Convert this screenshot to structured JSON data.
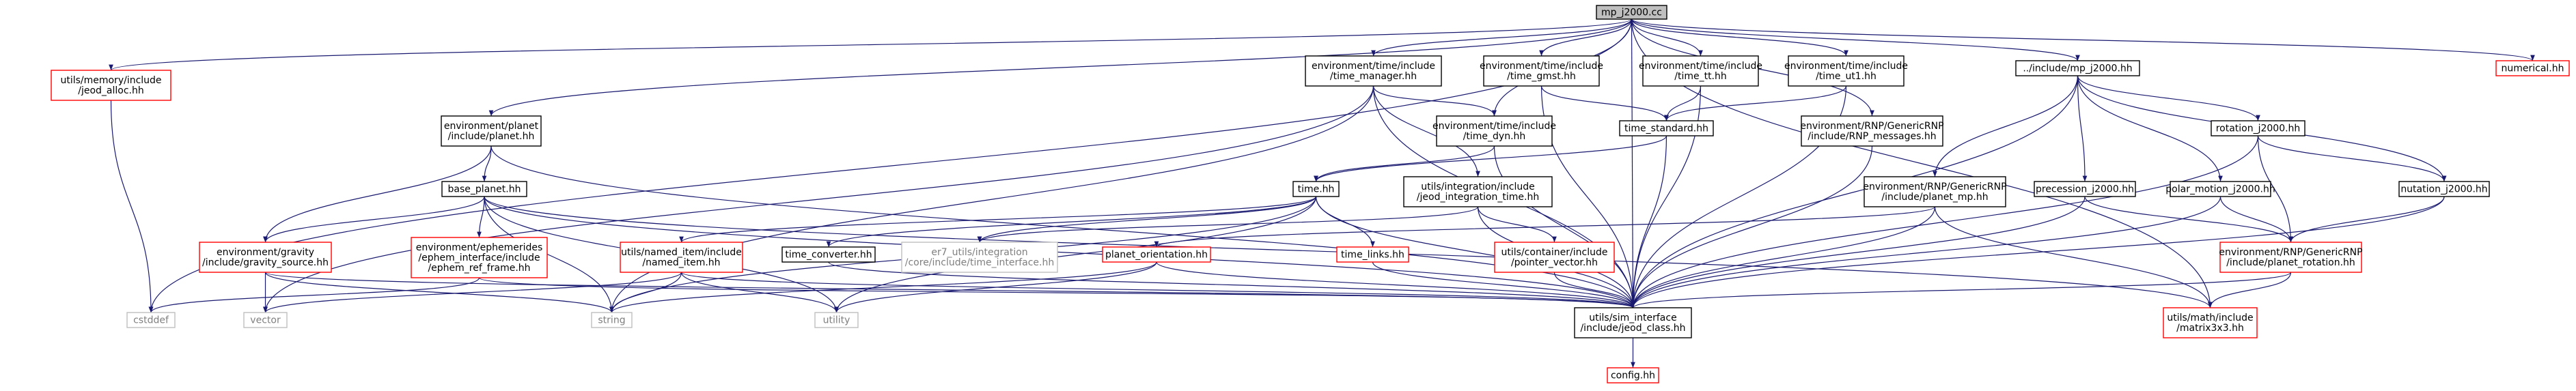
{
  "title": "mp_j2000.cc",
  "colors": {
    "edge": "#191970",
    "root_fill": "#bfbfbf",
    "node_border": "#000000",
    "node_border_incomplete": "#ff0000",
    "node_border_system": "#bfbfbf",
    "text": "#000000",
    "text_system": "#7f7f7f"
  },
  "nodes": [
    {
      "id": "root",
      "lines": [
        "mp_j2000.cc"
      ],
      "style": "root"
    },
    {
      "id": "jeod_alloc",
      "lines": [
        "utils/memory/include",
        "/jeod_alloc.hh"
      ],
      "style": "red"
    },
    {
      "id": "planet_hh",
      "lines": [
        "environment/planet",
        "/include/planet.hh"
      ],
      "style": "black"
    },
    {
      "id": "time_manager",
      "lines": [
        "environment/time/include",
        "/time_manager.hh"
      ],
      "style": "black"
    },
    {
      "id": "time_gmst",
      "lines": [
        "environment/time/include",
        "/time_gmst.hh"
      ],
      "style": "black"
    },
    {
      "id": "time_tt",
      "lines": [
        "environment/time/include",
        "/time_tt.hh"
      ],
      "style": "black"
    },
    {
      "id": "time_ut1",
      "lines": [
        "environment/time/include",
        "/time_ut1.hh"
      ],
      "style": "black"
    },
    {
      "id": "rnp_messages",
      "lines": [
        "environment/RNP/GenericRNP",
        "/include/RNP_messages.hh"
      ],
      "style": "black"
    },
    {
      "id": "mp_j2000_hh",
      "lines": [
        "../include/mp_j2000.hh"
      ],
      "style": "black"
    },
    {
      "id": "numerical",
      "lines": [
        "numerical.hh"
      ],
      "style": "red"
    },
    {
      "id": "time_dyn",
      "lines": [
        "environment/time/include",
        "/time_dyn.hh"
      ],
      "style": "black"
    },
    {
      "id": "time_standard",
      "lines": [
        "time_standard.hh"
      ],
      "style": "black"
    },
    {
      "id": "rotation_j2000",
      "lines": [
        "rotation_j2000.hh"
      ],
      "style": "black"
    },
    {
      "id": "base_planet",
      "lines": [
        "base_planet.hh"
      ],
      "style": "black"
    },
    {
      "id": "time_hh",
      "lines": [
        "time.hh"
      ],
      "style": "black"
    },
    {
      "id": "jeod_integration_time",
      "lines": [
        "utils/integration/include",
        "/jeod_integration_time.hh"
      ],
      "style": "black"
    },
    {
      "id": "planet_mp",
      "lines": [
        "environment/RNP/GenericRNP",
        "/include/planet_mp.hh"
      ],
      "style": "black"
    },
    {
      "id": "precession_j2000",
      "lines": [
        "precession_j2000.hh"
      ],
      "style": "black"
    },
    {
      "id": "polar_motion_j2000",
      "lines": [
        "polar_motion_j2000.hh"
      ],
      "style": "black"
    },
    {
      "id": "nutation_j2000",
      "lines": [
        "nutation_j2000.hh"
      ],
      "style": "black"
    },
    {
      "id": "gravity_source",
      "lines": [
        "environment/gravity",
        "/include/gravity_source.hh"
      ],
      "style": "red"
    },
    {
      "id": "ephem_ref_frame",
      "lines": [
        "environment/ephemerides",
        "/ephem_interface/include",
        "/ephem_ref_frame.hh"
      ],
      "style": "red"
    },
    {
      "id": "named_item",
      "lines": [
        "utils/named_item/include",
        "/named_item.hh"
      ],
      "style": "red"
    },
    {
      "id": "time_converter",
      "lines": [
        "time_converter.hh"
      ],
      "style": "black"
    },
    {
      "id": "time_interface",
      "lines": [
        "er7_utils/integration",
        "/core/include/time_interface.hh"
      ],
      "style": "system"
    },
    {
      "id": "time_links",
      "lines": [
        "time_links.hh"
      ],
      "style": "red"
    },
    {
      "id": "pointer_vector",
      "lines": [
        "utils/container/include",
        "/pointer_vector.hh"
      ],
      "style": "red"
    },
    {
      "id": "planet_orientation",
      "lines": [
        "planet_orientation.hh"
      ],
      "style": "red"
    },
    {
      "id": "planet_rotation",
      "lines": [
        "environment/RNP/GenericRNP",
        "/include/planet_rotation.hh"
      ],
      "style": "red"
    },
    {
      "id": "cstddef",
      "lines": [
        "cstddef"
      ],
      "style": "system"
    },
    {
      "id": "vector",
      "lines": [
        "vector"
      ],
      "style": "system"
    },
    {
      "id": "string",
      "lines": [
        "string"
      ],
      "style": "system"
    },
    {
      "id": "utility",
      "lines": [
        "utility"
      ],
      "style": "system"
    },
    {
      "id": "jeod_class",
      "lines": [
        "utils/sim_interface",
        "/include/jeod_class.hh"
      ],
      "style": "black"
    },
    {
      "id": "matrix3x3",
      "lines": [
        "utils/math/include",
        "/matrix3x3.hh"
      ],
      "style": "red"
    },
    {
      "id": "config",
      "lines": [
        "config.hh"
      ],
      "style": "red"
    }
  ],
  "edges": [
    [
      "root",
      "jeod_alloc"
    ],
    [
      "root",
      "planet_hh"
    ],
    [
      "root",
      "time_manager"
    ],
    [
      "root",
      "time_gmst"
    ],
    [
      "root",
      "time_tt"
    ],
    [
      "root",
      "time_ut1"
    ],
    [
      "root",
      "rnp_messages"
    ],
    [
      "root",
      "mp_j2000_hh"
    ],
    [
      "root",
      "numerical"
    ],
    [
      "root",
      "time_dyn"
    ],
    [
      "root",
      "cstddef"
    ],
    [
      "root",
      "jeod_class"
    ],
    [
      "root",
      "matrix3x3"
    ],
    [
      "jeod_alloc",
      "cstddef"
    ],
    [
      "planet_hh",
      "base_planet"
    ],
    [
      "planet_hh",
      "gravity_source"
    ],
    [
      "planet_hh",
      "jeod_class"
    ],
    [
      "time_manager",
      "time_dyn"
    ],
    [
      "time_manager",
      "jeod_integration_time"
    ],
    [
      "time_manager",
      "string"
    ],
    [
      "time_manager",
      "vector"
    ],
    [
      "time_manager",
      "jeod_class"
    ],
    [
      "time_gmst",
      "time_standard"
    ],
    [
      "time_gmst",
      "jeod_class"
    ],
    [
      "time_tt",
      "time_standard"
    ],
    [
      "time_tt",
      "jeod_class"
    ],
    [
      "time_ut1",
      "time_standard"
    ],
    [
      "time_ut1",
      "jeod_class"
    ],
    [
      "rnp_messages",
      "jeod_class"
    ],
    [
      "mp_j2000_hh",
      "planet_mp"
    ],
    [
      "mp_j2000_hh",
      "rotation_j2000"
    ],
    [
      "mp_j2000_hh",
      "precession_j2000"
    ],
    [
      "mp_j2000_hh",
      "polar_motion_j2000"
    ],
    [
      "mp_j2000_hh",
      "nutation_j2000"
    ],
    [
      "mp_j2000_hh",
      "jeod_class"
    ],
    [
      "time_dyn",
      "time_hh"
    ],
    [
      "time_dyn",
      "jeod_class"
    ],
    [
      "time_standard",
      "time_hh"
    ],
    [
      "time_standard",
      "jeod_class"
    ],
    [
      "rotation_j2000",
      "nutation_j2000"
    ],
    [
      "rotation_j2000",
      "planet_rotation"
    ],
    [
      "rotation_j2000",
      "jeod_class"
    ],
    [
      "base_planet",
      "gravity_source"
    ],
    [
      "base_planet",
      "ephem_ref_frame"
    ],
    [
      "base_planet",
      "string"
    ],
    [
      "base_planet",
      "utility"
    ],
    [
      "base_planet",
      "jeod_class"
    ],
    [
      "base_planet",
      "matrix3x3"
    ],
    [
      "time_hh",
      "named_item"
    ],
    [
      "time_hh",
      "time_converter"
    ],
    [
      "time_hh",
      "time_interface"
    ],
    [
      "time_hh",
      "time_links"
    ],
    [
      "time_hh",
      "string"
    ],
    [
      "time_hh",
      "utility"
    ],
    [
      "time_hh",
      "jeod_class"
    ],
    [
      "jeod_integration_time",
      "pointer_vector"
    ],
    [
      "jeod_integration_time",
      "time_interface"
    ],
    [
      "jeod_integration_time",
      "jeod_class"
    ],
    [
      "planet_mp",
      "planet_orientation"
    ],
    [
      "planet_mp",
      "jeod_class"
    ],
    [
      "planet_mp",
      "matrix3x3"
    ],
    [
      "precession_j2000",
      "planet_rotation"
    ],
    [
      "precession_j2000",
      "jeod_class"
    ],
    [
      "polar_motion_j2000",
      "planet_rotation"
    ],
    [
      "polar_motion_j2000",
      "jeod_class"
    ],
    [
      "nutation_j2000",
      "planet_rotation"
    ],
    [
      "nutation_j2000",
      "jeod_class"
    ],
    [
      "gravity_source",
      "vector"
    ],
    [
      "gravity_source",
      "string"
    ],
    [
      "gravity_source",
      "jeod_class"
    ],
    [
      "ephem_ref_frame",
      "cstddef"
    ],
    [
      "ephem_ref_frame",
      "jeod_class"
    ],
    [
      "named_item",
      "string"
    ],
    [
      "named_item",
      "utility"
    ],
    [
      "named_item",
      "vector"
    ],
    [
      "named_item",
      "jeod_class"
    ],
    [
      "time_converter",
      "jeod_class"
    ],
    [
      "time_links",
      "jeod_class"
    ],
    [
      "pointer_vector",
      "jeod_class"
    ],
    [
      "planet_orientation",
      "string"
    ],
    [
      "planet_orientation",
      "utility"
    ],
    [
      "planet_orientation",
      "jeod_class"
    ],
    [
      "planet_rotation",
      "jeod_class"
    ],
    [
      "planet_rotation",
      "matrix3x3"
    ],
    [
      "jeod_class",
      "config"
    ]
  ]
}
